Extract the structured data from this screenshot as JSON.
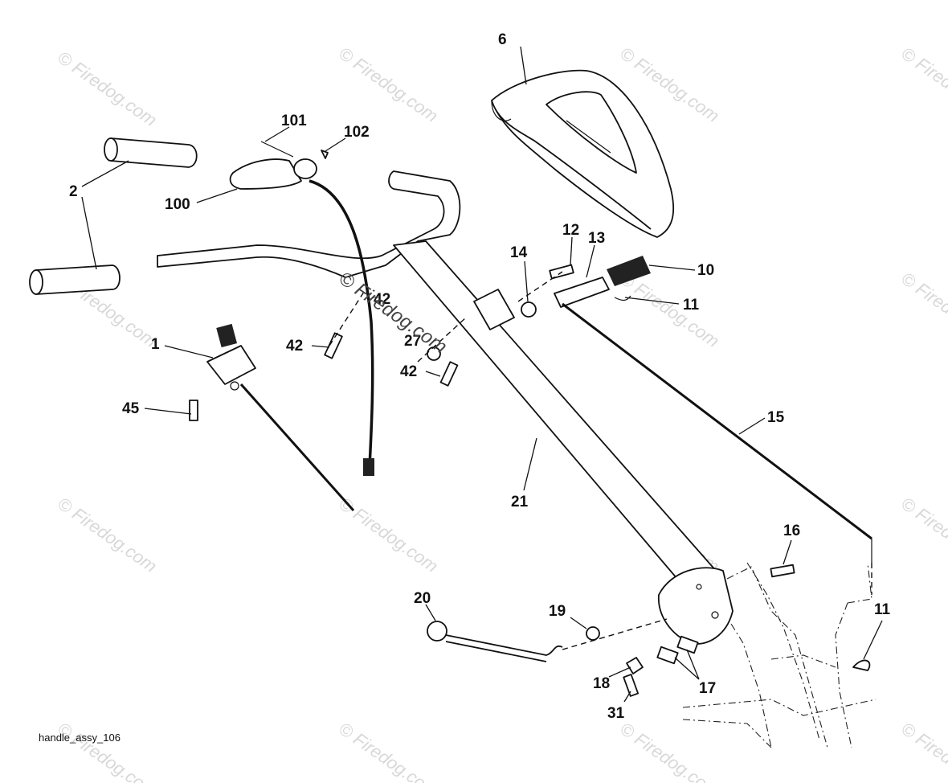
{
  "diagram": {
    "caption": "handle_assy_106",
    "watermark": "© Firedog.com",
    "watermark_center": "© Firedog.com",
    "callouts": [
      {
        "id": "6",
        "label": "6"
      },
      {
        "id": "101",
        "label": "101"
      },
      {
        "id": "102",
        "label": "102"
      },
      {
        "id": "2",
        "label": "2"
      },
      {
        "id": "100",
        "label": "100"
      },
      {
        "id": "12",
        "label": "12"
      },
      {
        "id": "13",
        "label": "13"
      },
      {
        "id": "10",
        "label": "10"
      },
      {
        "id": "14",
        "label": "14"
      },
      {
        "id": "11a",
        "label": "11"
      },
      {
        "id": "1",
        "label": "1"
      },
      {
        "id": "42a",
        "label": "42"
      },
      {
        "id": "42b",
        "label": "42"
      },
      {
        "id": "42c",
        "label": "42"
      },
      {
        "id": "27",
        "label": "27"
      },
      {
        "id": "45",
        "label": "45"
      },
      {
        "id": "15",
        "label": "15"
      },
      {
        "id": "21",
        "label": "21"
      },
      {
        "id": "16",
        "label": "16"
      },
      {
        "id": "20",
        "label": "20"
      },
      {
        "id": "19",
        "label": "19"
      },
      {
        "id": "11b",
        "label": "11"
      },
      {
        "id": "18",
        "label": "18"
      },
      {
        "id": "17",
        "label": "17"
      },
      {
        "id": "31",
        "label": "31"
      }
    ]
  }
}
